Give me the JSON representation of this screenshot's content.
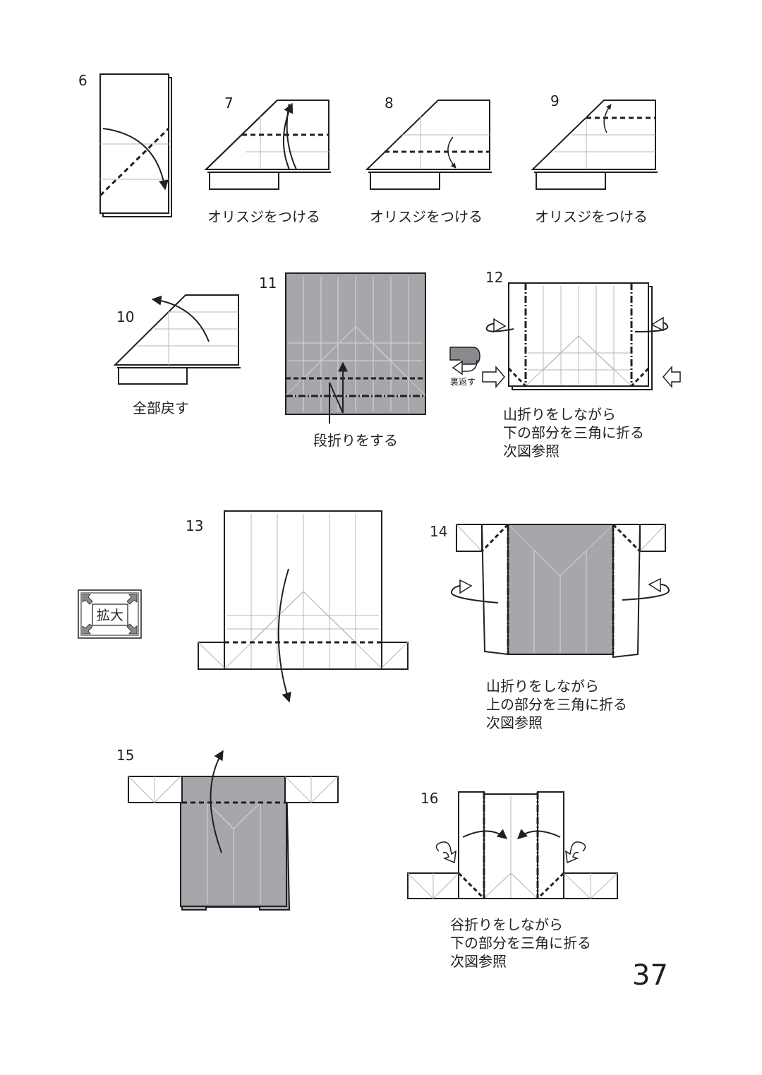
{
  "steps": [
    {
      "number": "6"
    },
    {
      "number": "7",
      "caption": "オリスジをつける"
    },
    {
      "number": "8",
      "caption": "オリスジをつける"
    },
    {
      "number": "9",
      "caption": "オリスジをつける"
    },
    {
      "number": "10",
      "caption": "全部戻す"
    },
    {
      "number": "11",
      "caption": "段折りをする"
    },
    {
      "number": "12",
      "caption_lines": [
        "山折りをしながら",
        "下の部分を三角に折る",
        "次図参照"
      ],
      "turn_over_label": "裏返す"
    },
    {
      "number": "13",
      "zoom_label": "拡大"
    },
    {
      "number": "14",
      "caption_lines": [
        "山折りをしながら",
        "上の部分を三角に折る",
        "次図参照"
      ]
    },
    {
      "number": "15"
    },
    {
      "number": "16",
      "caption_lines": [
        "谷折りをしながら",
        "下の部分を三角に折る",
        "次図参照"
      ]
    }
  ],
  "page_number": "37",
  "colors": {
    "line": "#231f20",
    "paper_back": "#a7a6ab",
    "crease": "#b7b7b7",
    "icon_fill": "#8a8a8e"
  }
}
